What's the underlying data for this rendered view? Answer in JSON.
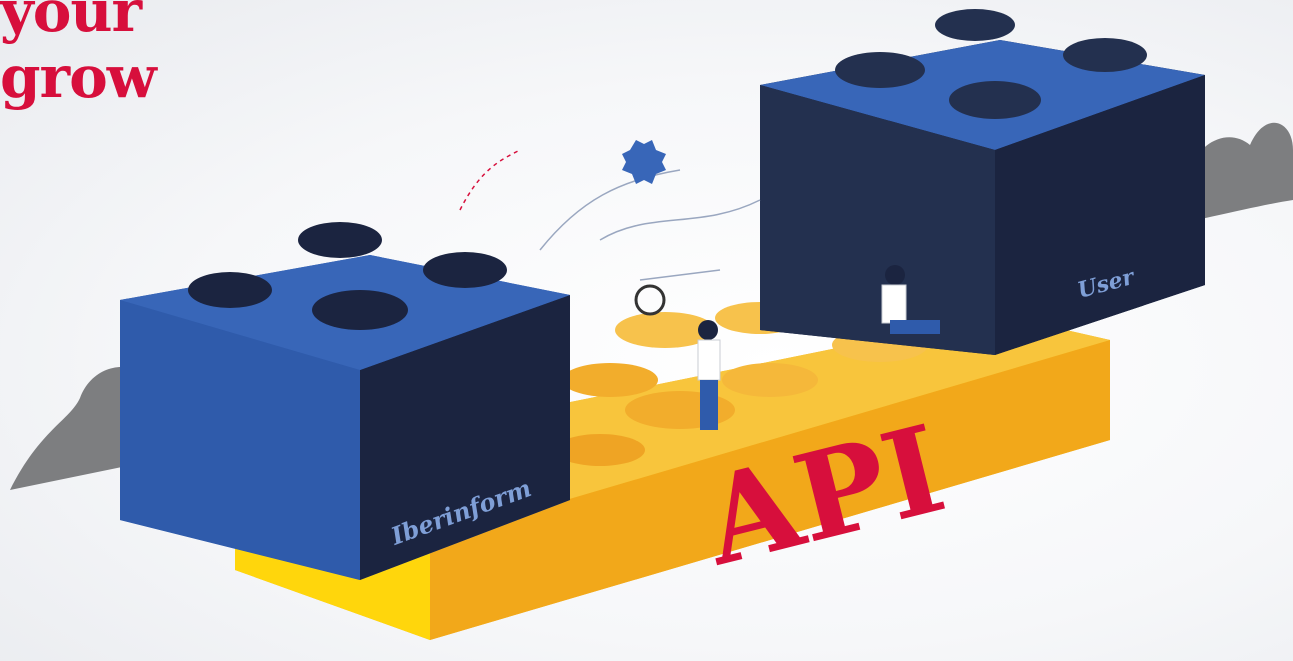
{
  "headline": {
    "line1": "your",
    "line2": "grow"
  },
  "illustration": {
    "left_brick_label": "Iberinform",
    "right_brick_label": "User",
    "base_label": "API"
  },
  "colors": {
    "accent_red": "#d70f3c",
    "brick_blue": "#2f5bab",
    "brick_dark": "#1b2440",
    "base_yellow": "#f6b81f",
    "cloud_gray": "#7d7e80"
  }
}
